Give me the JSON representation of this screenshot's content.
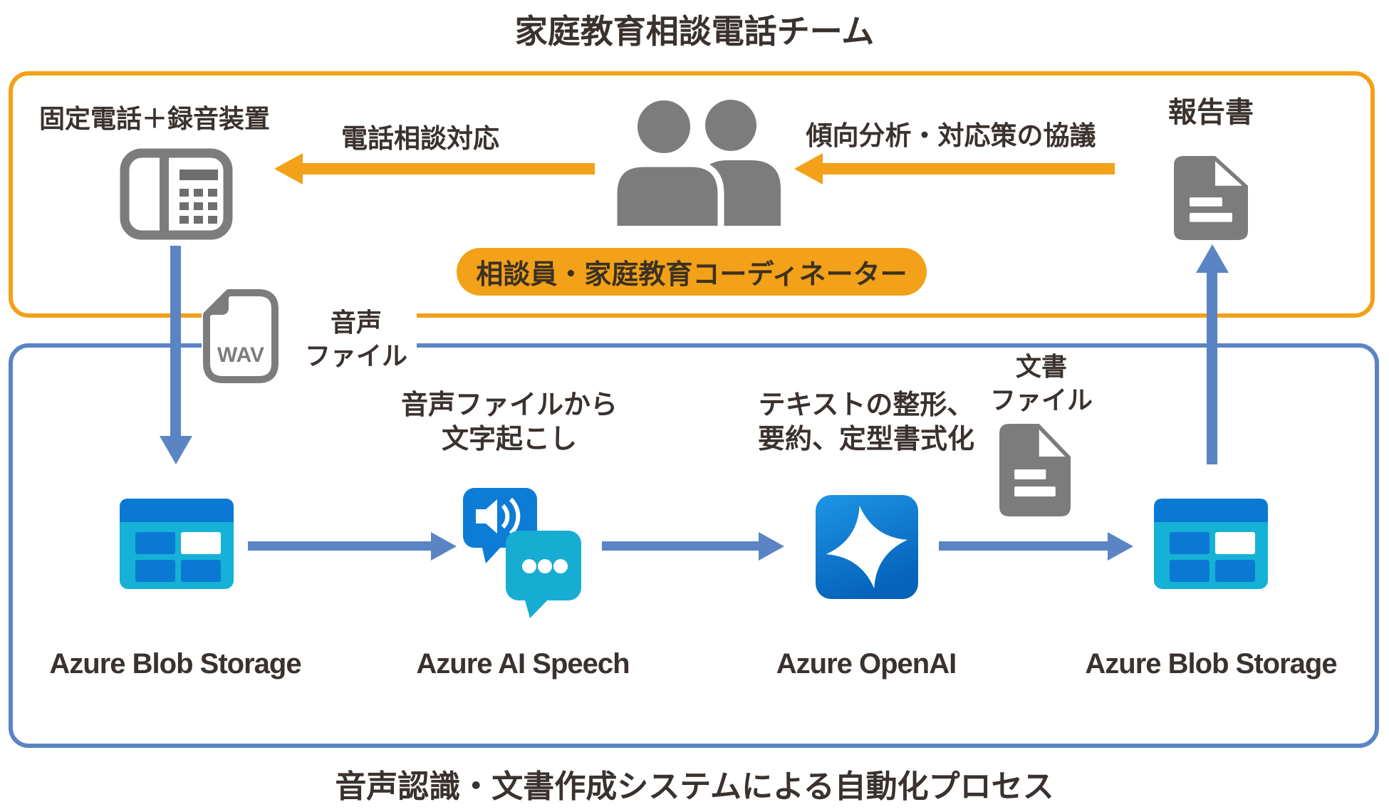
{
  "titles": {
    "top": "家庭教育相談電話チーム",
    "bottom": "音声認識・文書作成システムによる自動化プロセス"
  },
  "phone_team": {
    "phone_label": "固定電話＋録音装置",
    "call_arrow_label": "電話相談対応",
    "analysis_arrow_label": "傾向分析・対応策の協議",
    "report_label": "報告書",
    "badge": "相談員・家庭教育コーディネーター"
  },
  "wav": {
    "badge_text": "WAV",
    "label_line1": "音声",
    "label_line2": "ファイル"
  },
  "automation": {
    "transcribe_line1": "音声ファイルから",
    "transcribe_line2": "文字起こし",
    "format_line1": "テキストの整形、",
    "format_line2": "要約、定型書式化",
    "doc_line1": "文書",
    "doc_line2": "ファイル",
    "services": [
      "Azure Blob Storage",
      "Azure AI Speech",
      "Azure OpenAI",
      "Azure Blob Storage"
    ]
  },
  "colors": {
    "orange": "#F2A118",
    "steel_blue": "#5B84C4",
    "azure_blue": "#0B79D4",
    "cyan": "#15B1D6",
    "icon_gray": "#7C7C7C",
    "text": "#3A322E"
  }
}
